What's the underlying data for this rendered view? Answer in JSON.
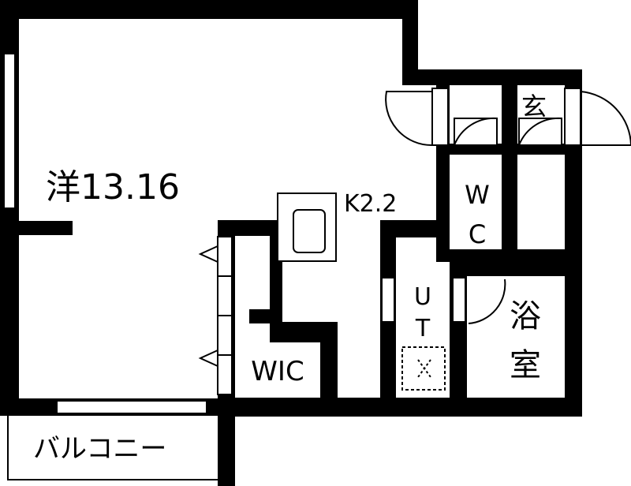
{
  "floor_plan": {
    "colors": {
      "wall": "#000000",
      "background": "#ffffff",
      "line": "#000000"
    },
    "rooms": {
      "western_room": "洋13.16",
      "kitchen": "K2.2",
      "wc_top": "W",
      "wc_bottom": "C",
      "entrance": "玄",
      "ut_top": "U",
      "ut_bottom": "T",
      "bath_top": "浴",
      "bath_bottom": "室",
      "wic": "WIC",
      "balcony": "バルコニー"
    }
  }
}
